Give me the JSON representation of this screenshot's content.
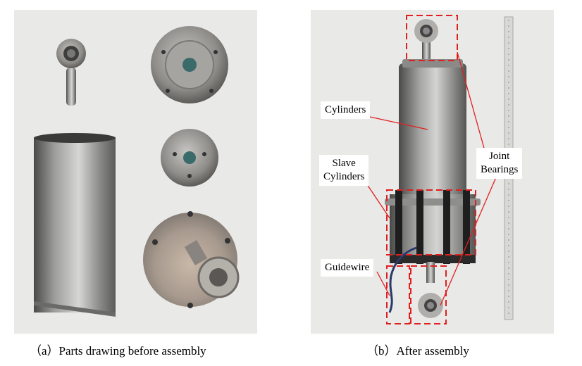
{
  "figure": {
    "panel_a": {
      "caption": "（a）Parts drawing before assembly"
    },
    "panel_b": {
      "caption": "（b）After assembly",
      "labels": {
        "cylinders": "Cylinders",
        "slave_line1": "Slave",
        "slave_line2": "Cylinders",
        "joint_line1": "Joint",
        "joint_line2": "Bearings",
        "guidewire": "Guidewire"
      }
    }
  },
  "colors": {
    "highlight": "#e02020",
    "photo_bg": "#e9e9e7",
    "metal": "#9a9a98"
  }
}
